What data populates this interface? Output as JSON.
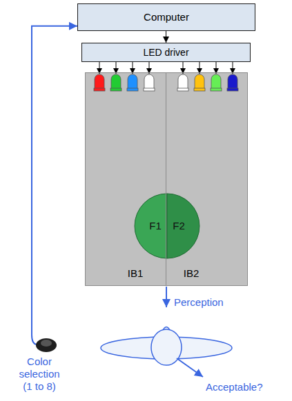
{
  "diagram": {
    "nodes": [
      {
        "text": [
          "Computer"
        ]
      },
      {
        "text": [
          "LED driver"
        ]
      },
      {
        "text": [
          "IB1"
        ]
      },
      {
        "text": [
          "F1"
        ],
        "in": 2
      },
      {
        "text": [
          "IB2"
        ]
      },
      {
        "text": [
          "F2"
        ],
        "in": 4
      },
      {
        "text": [
          "Color selection (1 to 8)"
        ]
      }
    ],
    "edges": [
      {
        "from": 0,
        "to": 1,
        "arrow": "to"
      },
      {
        "from": 6,
        "to": 0,
        "arrow": "to"
      }
    ],
    "labels": [
      "Perception",
      "Acceptable?"
    ]
  }
}
